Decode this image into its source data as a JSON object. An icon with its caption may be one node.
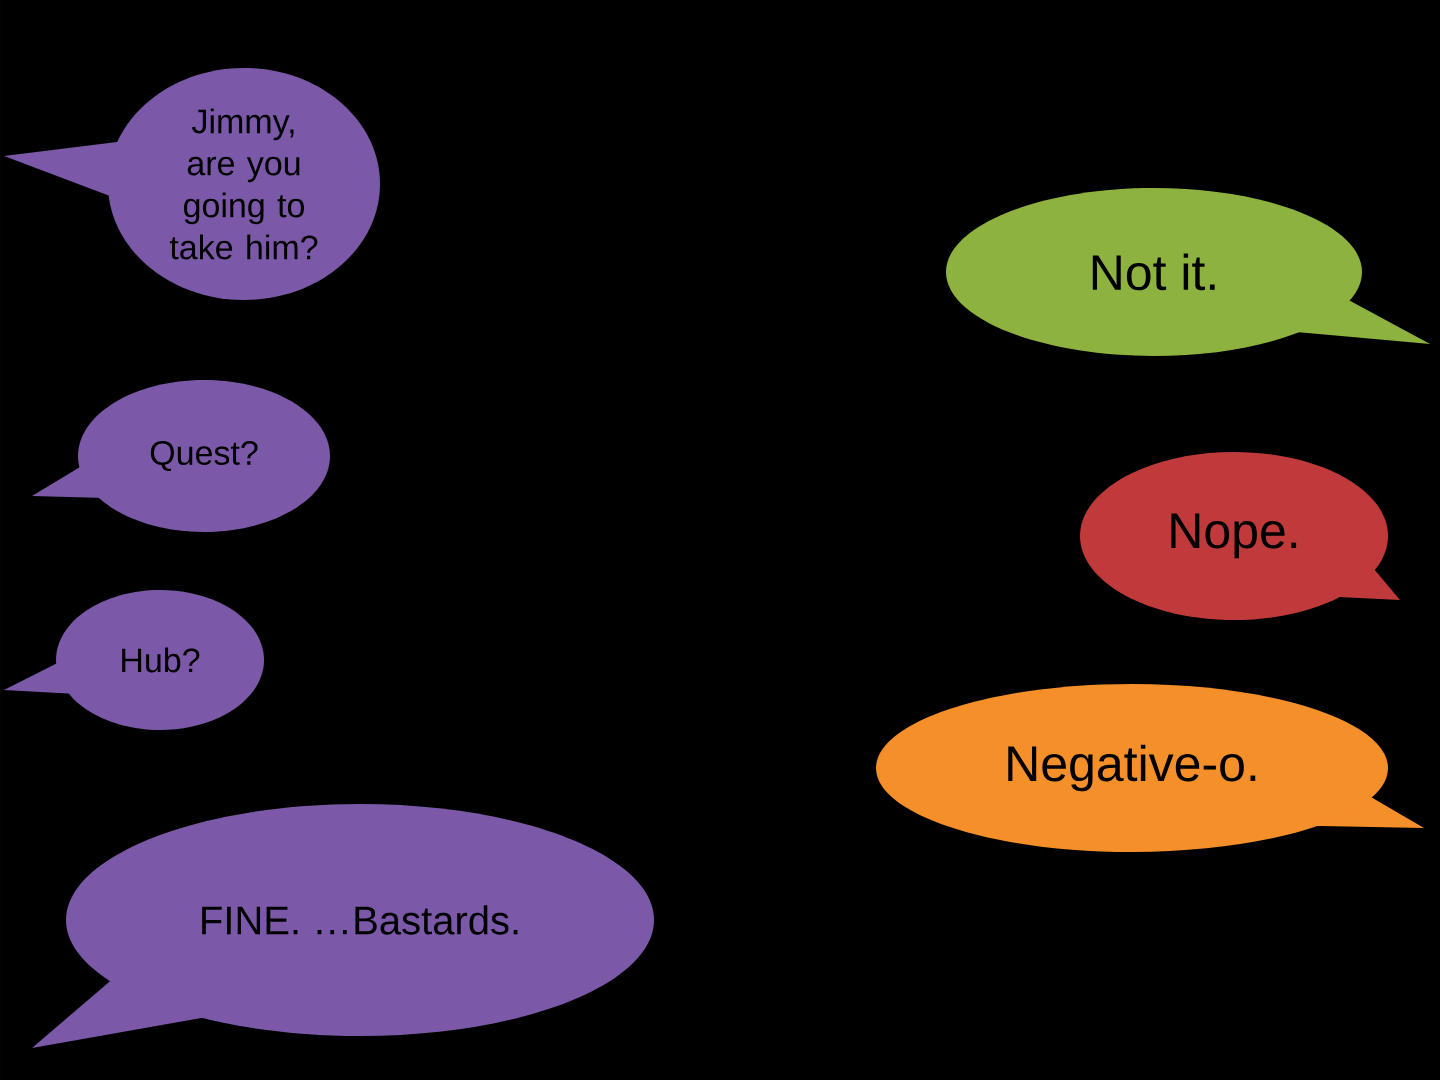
{
  "diagram": {
    "nodes": [
      {
        "text": [
          "Jimmy, are you going to take him?"
        ]
      },
      {
        "text": [
          "Quest?"
        ]
      },
      {
        "text": [
          "Hub?"
        ]
      },
      {
        "text": [
          "FINE. …Bastards."
        ]
      },
      {
        "text": [
          "Not it."
        ]
      },
      {
        "text": [
          "Nope."
        ]
      },
      {
        "text": [
          "Negative-o."
        ]
      }
    ]
  }
}
